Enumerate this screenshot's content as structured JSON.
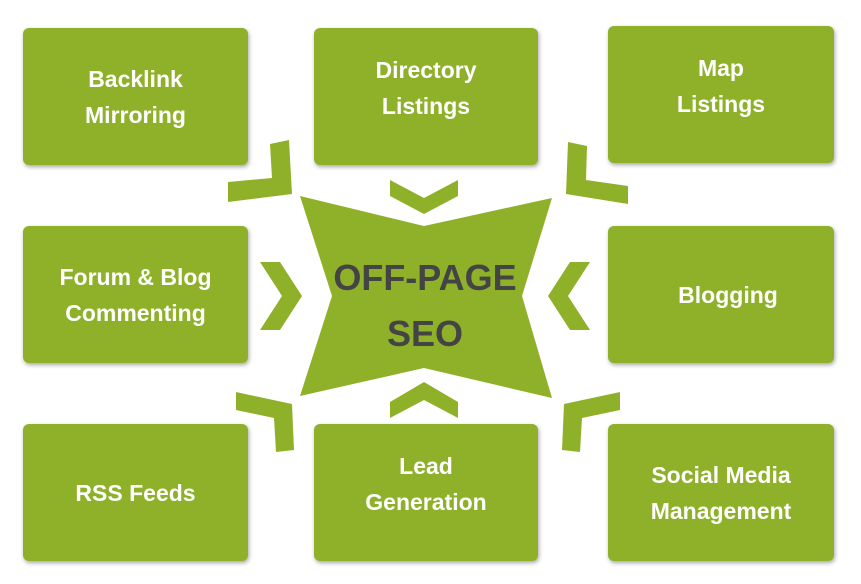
{
  "center": {
    "label": "OFF-PAGE\nSEO"
  },
  "items": [
    {
      "id": "backlink-mirroring",
      "label": "Backlink\nMirroring"
    },
    {
      "id": "directory-listings",
      "label": "Directory\nListings"
    },
    {
      "id": "map-listings",
      "label": "Map\nListings"
    },
    {
      "id": "forum-blog-commenting",
      "label": "Forum & Blog\nCommenting"
    },
    {
      "id": "blogging",
      "label": "Blogging"
    },
    {
      "id": "rss-feeds",
      "label": "RSS Feeds"
    },
    {
      "id": "lead-generation",
      "label": "Lead\nGeneration"
    },
    {
      "id": "social-media-management",
      "label": "Social Media\nManagement"
    }
  ],
  "colors": {
    "box": "#8fb12a",
    "star": "#8fb12a",
    "chevron": "#8fb12a",
    "box_text": "#ffffff",
    "center_text": "#444444"
  }
}
